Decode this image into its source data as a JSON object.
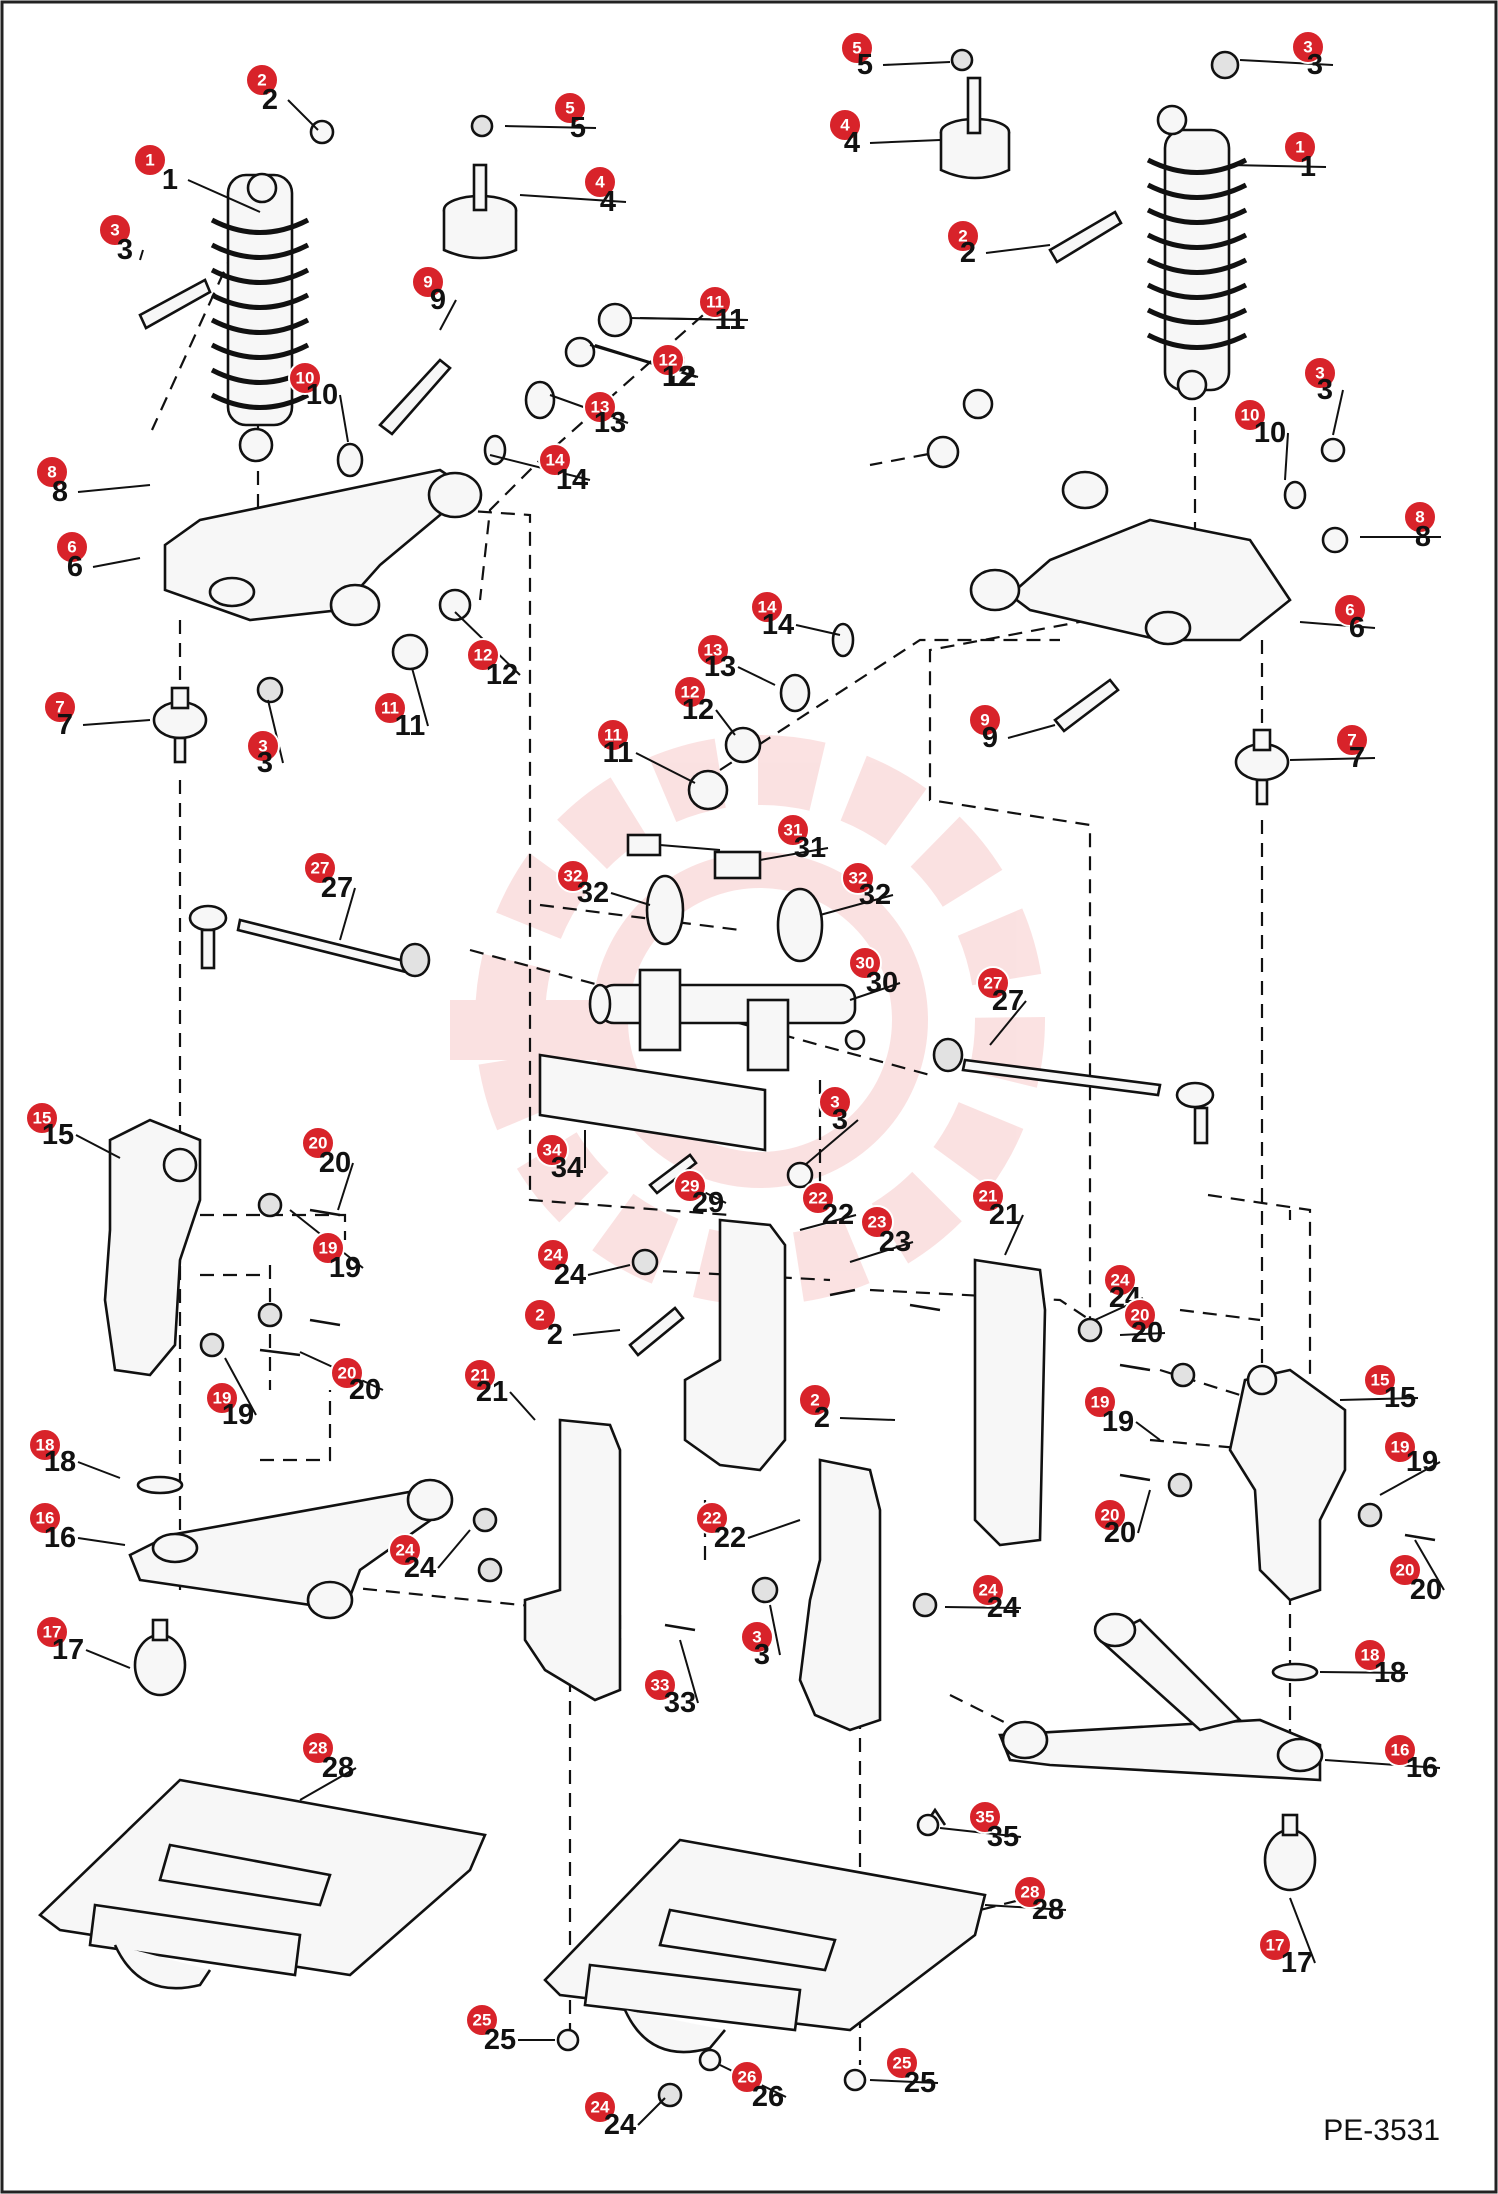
{
  "document_code": "PE-3531",
  "callouts": [
    {
      "n": "1"
    },
    {
      "n": "2"
    },
    {
      "n": "3"
    },
    {
      "n": "4"
    },
    {
      "n": "5"
    },
    {
      "n": "3"
    },
    {
      "n": "4"
    },
    {
      "n": "5"
    },
    {
      "n": "1"
    },
    {
      "n": "2"
    },
    {
      "n": "9"
    },
    {
      "n": "10"
    },
    {
      "n": "11"
    },
    {
      "n": "12"
    },
    {
      "n": "13"
    },
    {
      "n": "14"
    },
    {
      "n": "8"
    },
    {
      "n": "6"
    },
    {
      "n": "12"
    },
    {
      "n": "11"
    },
    {
      "n": "7"
    },
    {
      "n": "3"
    },
    {
      "n": "11"
    },
    {
      "n": "12"
    },
    {
      "n": "3"
    },
    {
      "n": "10"
    },
    {
      "n": "8"
    },
    {
      "n": "6"
    },
    {
      "n": "14"
    },
    {
      "n": "13"
    },
    {
      "n": "12"
    },
    {
      "n": "11"
    },
    {
      "n": "9"
    },
    {
      "n": "7"
    },
    {
      "n": "31"
    },
    {
      "n": "32"
    },
    {
      "n": "32"
    },
    {
      "n": "27"
    },
    {
      "n": "30"
    },
    {
      "n": "27"
    },
    {
      "n": "15"
    },
    {
      "n": "20"
    },
    {
      "n": "19"
    },
    {
      "n": "20"
    },
    {
      "n": "19"
    },
    {
      "n": "34"
    },
    {
      "n": "3"
    },
    {
      "n": "29"
    },
    {
      "n": "22"
    },
    {
      "n": "23"
    },
    {
      "n": "21"
    },
    {
      "n": "24"
    },
    {
      "n": "2"
    },
    {
      "n": "24"
    },
    {
      "n": "20"
    },
    {
      "n": "21"
    },
    {
      "n": "2"
    },
    {
      "n": "15"
    },
    {
      "n": "19"
    },
    {
      "n": "19"
    },
    {
      "n": "20"
    },
    {
      "n": "20"
    },
    {
      "n": "18"
    },
    {
      "n": "16"
    },
    {
      "n": "24"
    },
    {
      "n": "22"
    },
    {
      "n": "24"
    },
    {
      "n": "17"
    },
    {
      "n": "3"
    },
    {
      "n": "33"
    },
    {
      "n": "18"
    },
    {
      "n": "16"
    },
    {
      "n": "28"
    },
    {
      "n": "35"
    },
    {
      "n": "28"
    },
    {
      "n": "17"
    },
    {
      "n": "25"
    },
    {
      "n": "25"
    },
    {
      "n": "26"
    },
    {
      "n": "24"
    }
  ],
  "colors": {
    "badge": "#d8232a",
    "ink": "#111111",
    "background": "#ffffff"
  }
}
